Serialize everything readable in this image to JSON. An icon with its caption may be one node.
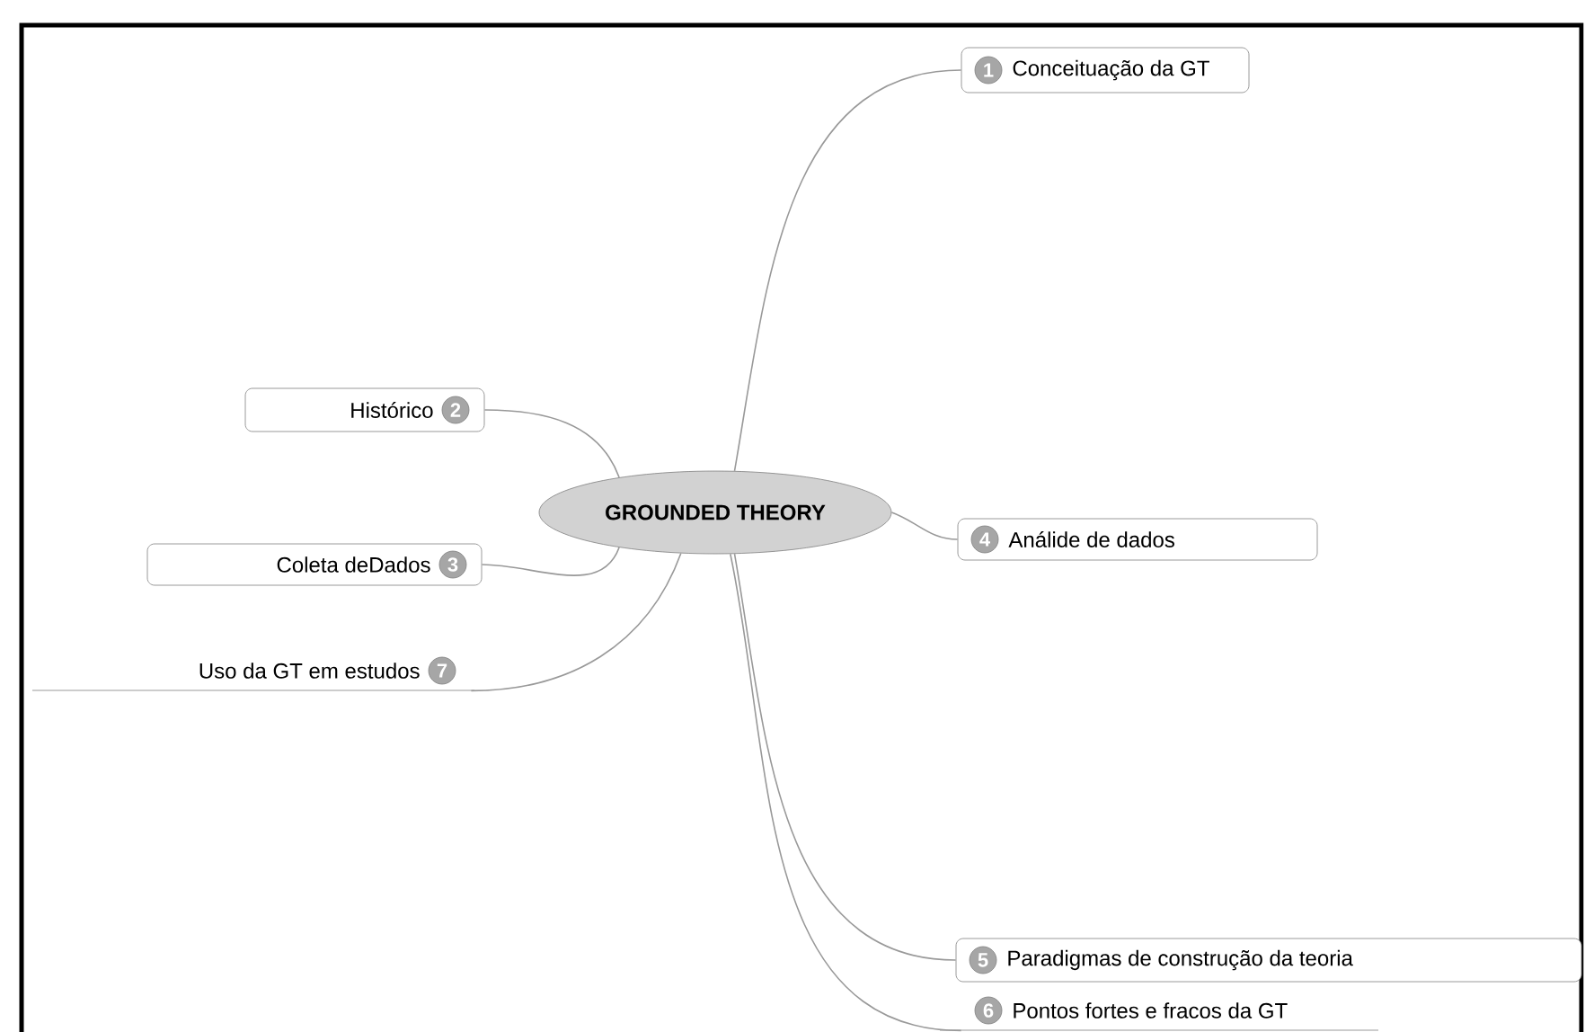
{
  "diagram": {
    "nodes": [
      {
        "text": [
          "GROUNDED THEORY"
        ]
      },
      {
        "text": [
          "1",
          "Conceituação da GT"
        ]
      },
      {
        "text": [
          "Histórico",
          "2"
        ]
      },
      {
        "text": [
          "Coleta deDados",
          "3"
        ]
      },
      {
        "text": [
          "4",
          "Análide de dados"
        ]
      },
      {
        "text": [
          "Uso da GT em estudos",
          "7"
        ]
      },
      {
        "text": [
          "5",
          "Paradigmas de construção da teoria"
        ]
      },
      {
        "text": [
          "6",
          "Pontos fortes e fracos da GT"
        ]
      }
    ],
    "edges": [
      {
        "from": 0,
        "to": 1,
        "arrow": "none"
      },
      {
        "from": 0,
        "to": 2,
        "arrow": "none"
      },
      {
        "from": 0,
        "to": 3,
        "arrow": "none"
      },
      {
        "from": 0,
        "to": 4,
        "arrow": "none"
      },
      {
        "from": 0,
        "to": 5,
        "arrow": "none"
      },
      {
        "from": 0,
        "to": 6,
        "arrow": "none"
      },
      {
        "from": 0,
        "to": 7,
        "arrow": "none"
      }
    ]
  }
}
